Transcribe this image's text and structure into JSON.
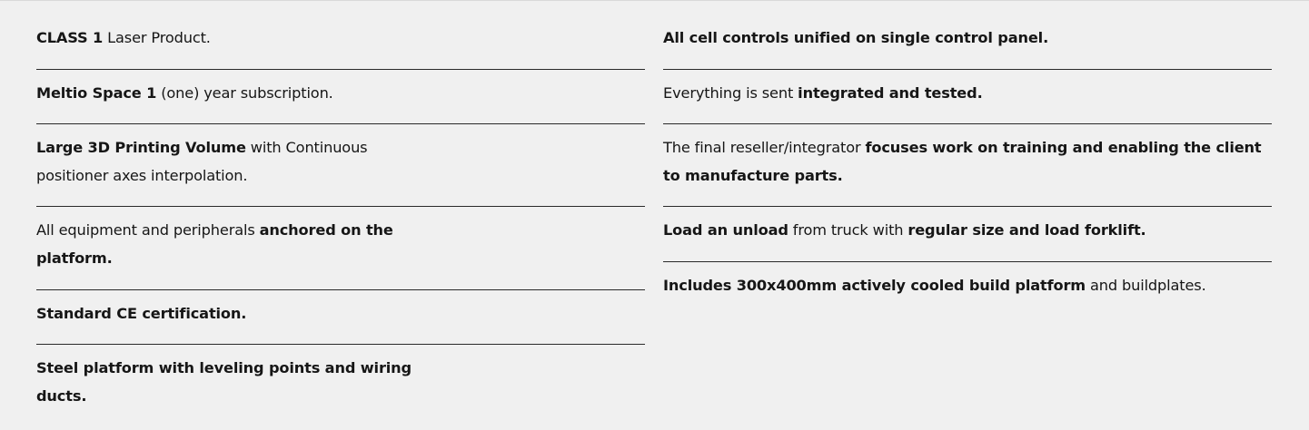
{
  "left_column": {
    "items": [
      {
        "parts": [
          {
            "text": "CLASS 1",
            "bold": true
          },
          {
            "text": " Laser Product.",
            "bold": false
          }
        ]
      },
      {
        "parts": [
          {
            "text": "Meltio Space 1",
            "bold": true
          },
          {
            "text": " (one) year subscription.",
            "bold": false
          }
        ]
      },
      {
        "parts": [
          {
            "text": "Large 3D Printing Volume",
            "bold": true
          },
          {
            "text": " with Continuous positioner axes interpolation.",
            "bold": false
          }
        ]
      },
      {
        "parts": [
          {
            "text": "All equipment and peripherals ",
            "bold": false
          },
          {
            "text": "anchored on the platform.",
            "bold": true
          }
        ]
      },
      {
        "parts": [
          {
            "text": "Standard CE certification.",
            "bold": true
          }
        ]
      },
      {
        "parts": [
          {
            "text": "Steel platform with leveling points and wiring ducts.",
            "bold": true
          }
        ]
      }
    ]
  },
  "right_column": {
    "items": [
      {
        "parts": [
          {
            "text": "All cell controls unified on single control panel.",
            "bold": true
          }
        ]
      },
      {
        "parts": [
          {
            "text": "Everything is sent ",
            "bold": false
          },
          {
            "text": "integrated and tested.",
            "bold": true
          }
        ]
      },
      {
        "parts": [
          {
            "text": "The final reseller/integrator ",
            "bold": false
          },
          {
            "text": "focuses work on training and enabling the client to manufacture parts.",
            "bold": true
          }
        ]
      },
      {
        "parts": [
          {
            "text": "Load an unload",
            "bold": true
          },
          {
            "text": " from truck with ",
            "bold": false
          },
          {
            "text": "regular size and load forklift.",
            "bold": true
          }
        ]
      },
      {
        "parts": [
          {
            "text": "Includes 300x400mm actively cooled build platform",
            "bold": true
          },
          {
            "text": " and buildplates.",
            "bold": false
          }
        ]
      }
    ]
  }
}
